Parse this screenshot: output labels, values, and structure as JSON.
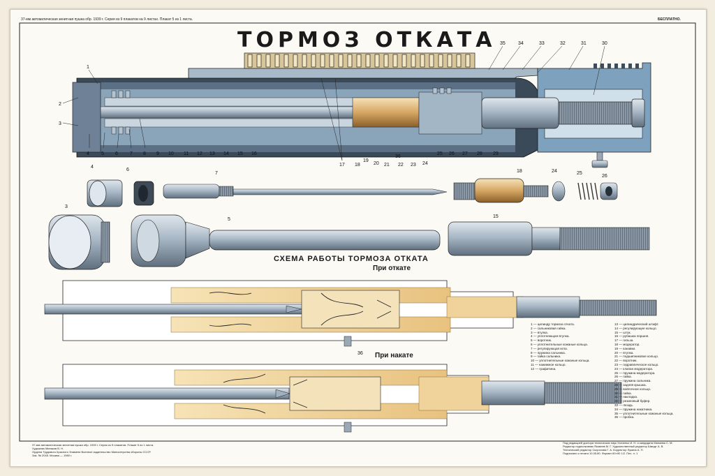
{
  "poster": {
    "header_left": "37-мм автоматическая зенитная пушка обр. 1939 г. Серия из 9 плакатов на 9 листах. Плакат 5 из 1 листа.",
    "header_right": "БЕСПЛАТНО.",
    "title": "ТОРМОЗ ОТКАТА",
    "schema_title": "СХЕМА РАБОТЫ ТОРМОЗА ОТКАТА",
    "recoil_label": "При откате",
    "return_label": "При накате",
    "footer_left": [
      "37-мм автоматическая зенитная пушка обр. 1939 г. Серия из 9 плакатов. Плакат 5 из 1 листа.",
      "Художник Минаков В. Н.",
      "Ордена Трудового Красного Знамени Военное издательство Министерства обороны СССР.",
      "Зак. № 2045. Москва — 1980 г."
    ],
    "footer_right": [
      "Под редакцией доктора технических наук Усиченко И. Н. и кандидата Минаева С. М.",
      "Редактор подполковник Яковлев М. Г. Художественный редактор Шмидт А. В.",
      "Технический редактор Скорохова Г. А. Корректор Лукина А. П.",
      "Подписано к печати 10.05.80. Формат 60×90 1/2. Печ. л. 1"
    ]
  },
  "callouts_top": [
    "1",
    "2",
    "3",
    "4",
    "5",
    "6",
    "7",
    "8",
    "9",
    "10",
    "11",
    "12",
    "13",
    "14",
    "15",
    "16",
    "17",
    "18",
    "19",
    "20",
    "21",
    "22",
    "23",
    "24",
    "25",
    "26",
    "27",
    "28",
    "29",
    "30",
    "31",
    "32",
    "33",
    "34",
    "35",
    "36"
  ],
  "parts_row": [
    "4",
    "6",
    "7",
    "18",
    "24",
    "25",
    "26"
  ],
  "parts_row2": [
    "3",
    "5",
    "15"
  ],
  "label_36": "36",
  "legend_left": [
    "1 — цилиндр тормоза отката.",
    "2 — сальниковая гайка.",
    "3 — втулка.",
    "4 — уплотняющая втулка.",
    "5 — воротник.",
    "6 — уплотнительные кожаные кольца.",
    "7 — регулирующая игла.",
    "8 — пружина сальника.",
    "9 — гайка сальника.",
    "10 — уплотнительные кожаные кольца.",
    "11 — нажимное кольцо.",
    "12 — графитина."
  ],
  "legend_right": [
    "13 — цилиндрический штифт.",
    "14 — регулирующее кольцо.",
    "15 — шток.",
    "16 — рубашка поршня.",
    "17 — гильза.",
    "18 — модератор.",
    "19 — канавки.",
    "20 — втулка.",
    "21 — подшипниковое кольцо.",
    "22 — воротник.",
    "23 — гидравлическое кольцо.",
    "24 — клапан модератора.",
    "25 — пружина модератора.",
    "26 — гайка.",
    "27 — пружина сальника.",
    "28 — задняя крышка.",
    "29 — войлочное кольцо.",
    "30 — гайка.",
    "31 — накладка.",
    "32 — резиновый буфер.",
    "33 — гвоздь.",
    "34 — пружина накатника.",
    "35 — уплотнительные кожаные кольца.",
    "36 — пробка."
  ],
  "colors": {
    "steel": "#9fb4c6",
    "steel_dark": "#5d6f80",
    "brass": "#e9c989",
    "oil": "#f3d9a3",
    "section": "#7fa3c0",
    "line": "#222222"
  }
}
